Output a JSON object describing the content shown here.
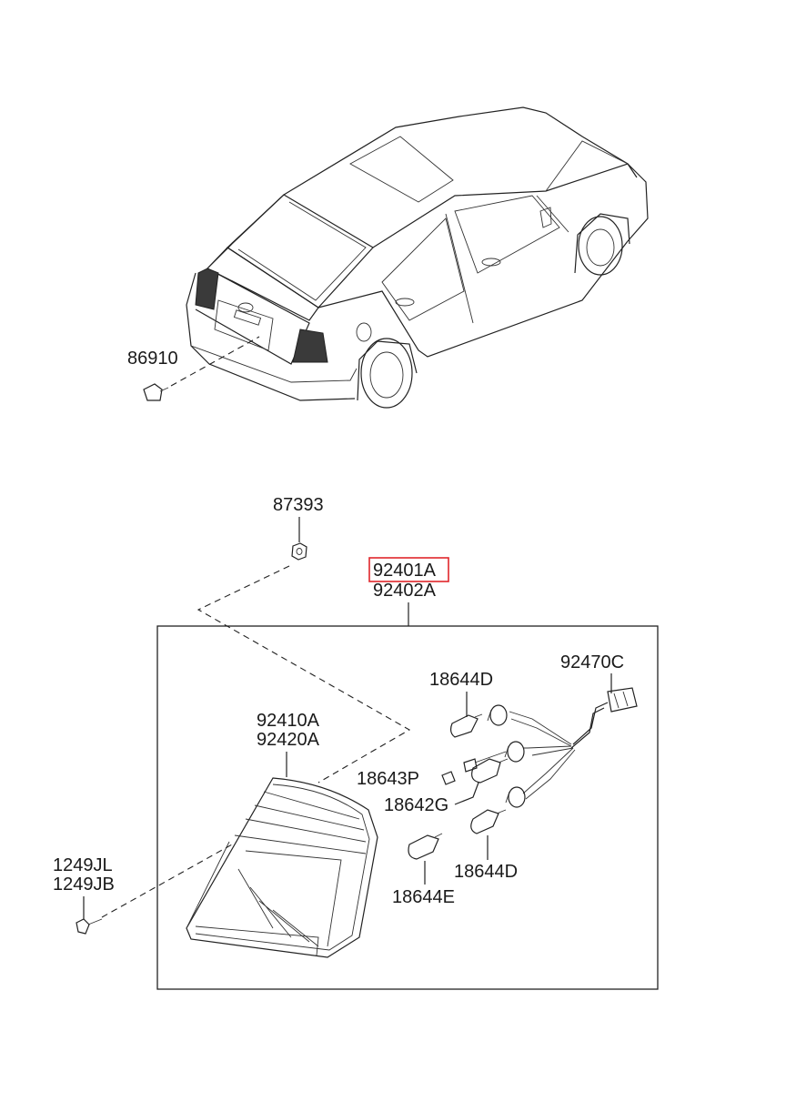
{
  "parts": {
    "p86910": "86910",
    "p87393": "87393",
    "p92401A": "92401A",
    "p92402A": "92402A",
    "p92470C": "92470C",
    "p18644D_top": "18644D",
    "p92410A": "92410A",
    "p92420A": "92420A",
    "p18643P": "18643P",
    "p18642G": "18642G",
    "p18644D_bottom": "18644D",
    "p1249JL": "1249JL",
    "p1249JB": "1249JB",
    "p18644E": "18644E"
  },
  "colors": {
    "highlight": "#e0262b",
    "ink": "#222222",
    "lamp_fill": "#3a3a3a"
  },
  "highlighted_part": "92401A"
}
